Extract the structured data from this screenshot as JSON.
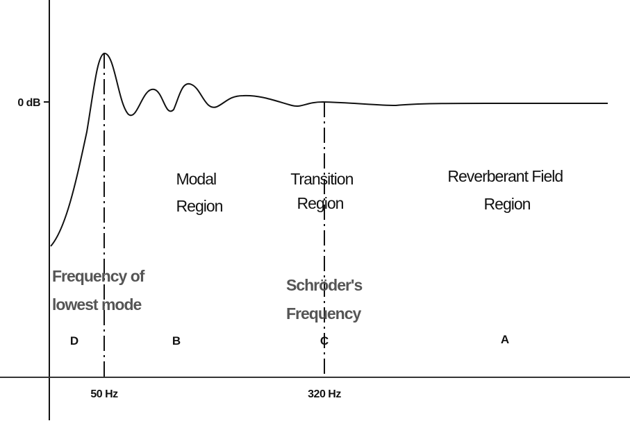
{
  "y_axis": {
    "reference_label": "0 dB"
  },
  "x_axis": {
    "tick_labels": [
      "50 Hz",
      "320 Hz"
    ]
  },
  "regions": [
    {
      "letter": "D"
    },
    {
      "letter": "B",
      "line1": "Modal",
      "line2": "Region"
    },
    {
      "letter": "C",
      "line1": "Transition",
      "line2": "Region"
    },
    {
      "letter": "A",
      "line1": "Reverberant Field",
      "line2": "Region"
    }
  ],
  "markers": [
    {
      "line1": "Frequency of",
      "line2": "lowest mode",
      "frequency": "50 Hz"
    },
    {
      "line1": "Schröder's",
      "line2": "Frequency",
      "frequency": "320 Hz"
    }
  ],
  "colors": {
    "line": "#111111",
    "marker_label": "#555555"
  }
}
